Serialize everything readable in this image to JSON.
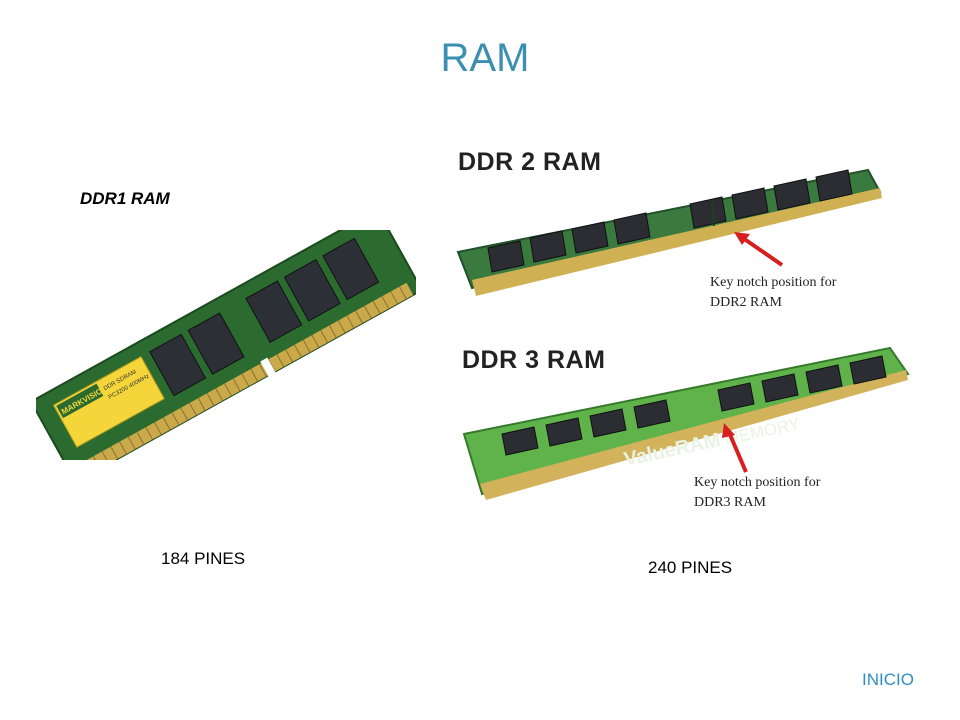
{
  "slide": {
    "title": "RAM",
    "ddr1_label": "DDR1 RAM",
    "ddr1_pins": "184 PINES",
    "ddr23_pins": "240 PINES",
    "nav_link": "INICIO"
  },
  "ddr1_image": {
    "sticker_brand": "MARKVISION",
    "sticker_line1": "DDR SDRAM",
    "sticker_line2": "PC3200 400MHz"
  },
  "ddr2_image": {
    "heading": "DDR 2 RAM",
    "note_line1": "Key notch position for",
    "note_line2": "DDR2 RAM"
  },
  "ddr3_image": {
    "heading": "DDR 3 RAM",
    "module_brand": "ValueRAM",
    "module_suffix": "MEMORY",
    "note_line1": "Key notch position for",
    "note_line2": "DDR3 RAM"
  },
  "colors": {
    "title": "#3b8fb0",
    "link": "#2e8fc2",
    "pcb_green": "#2f7a3a",
    "arrow_red": "#d81e1e"
  }
}
